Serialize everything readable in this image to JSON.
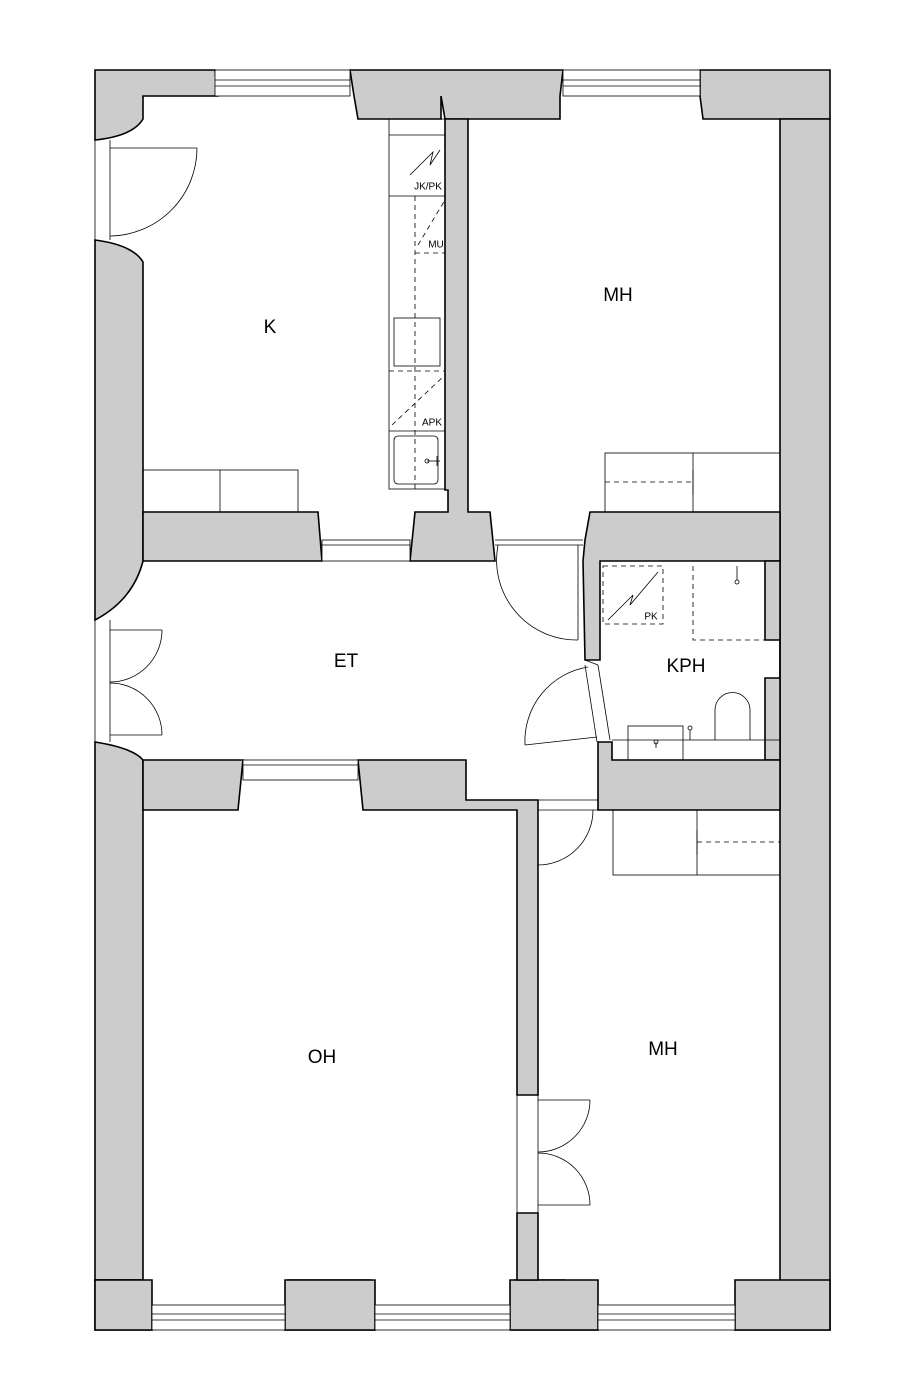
{
  "rooms": {
    "kitchen": "K",
    "bedroom_top": "MH",
    "hallway": "ET",
    "bathroom": "KPH",
    "living_room": "OH",
    "bedroom_bottom": "MH"
  },
  "fixtures": {
    "fridge_freezer": "JK/PK",
    "microwave": "MU",
    "dishwasher": "APK",
    "washing_machine": "PK"
  }
}
